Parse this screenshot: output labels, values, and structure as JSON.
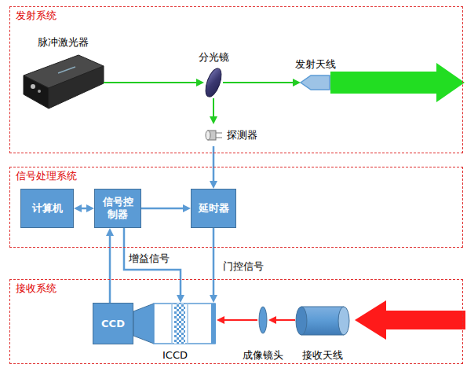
{
  "diagram": {
    "nodes": [
      {
        "text": [
          "发射系统"
        ]
      },
      {
        "text": [
          "脉冲激光器"
        ],
        "in": 0
      },
      {
        "text": [
          "分光镜"
        ],
        "in": 0
      },
      {
        "text": [
          "发射天线"
        ],
        "in": 0
      },
      {
        "text": [
          "探测器"
        ],
        "in": 0
      },
      {
        "text": [
          "信号处理系统"
        ]
      },
      {
        "text": [
          "计算机"
        ],
        "in": 5
      },
      {
        "text": [
          "信号控制器"
        ],
        "in": 5
      },
      {
        "text": [
          "延时器"
        ],
        "in": 5
      },
      {
        "text": [
          "接收系统"
        ]
      },
      {
        "text": [
          "CCD"
        ],
        "in": 9
      },
      {
        "text": [
          "ICCD"
        ],
        "in": 9
      },
      {
        "text": [
          "成像镜头"
        ],
        "in": 9
      },
      {
        "text": [
          "接收天线"
        ],
        "in": 9
      }
    ],
    "edges": [
      {
        "from": 1,
        "to": 2,
        "arrow": "to"
      },
      {
        "from": 2,
        "to": 3,
        "arrow": "to"
      },
      {
        "from": 2,
        "to": 4,
        "arrow": "to"
      },
      {
        "from": 4,
        "to": 8,
        "arrow": "to"
      },
      {
        "from": 6,
        "to": 7,
        "arrow": "both"
      },
      {
        "from": 7,
        "to": 8,
        "arrow": "to"
      },
      {
        "from": 10,
        "to": 7,
        "arrow": "to"
      },
      {
        "from": 7,
        "to": 11,
        "label": "增益信号",
        "arrow": "to"
      },
      {
        "from": 8,
        "to": 11,
        "label": "门控信号",
        "arrow": "to"
      },
      {
        "from": 13,
        "to": 12,
        "arrow": "to"
      },
      {
        "from": 12,
        "to": 11,
        "arrow": "to"
      }
    ]
  }
}
